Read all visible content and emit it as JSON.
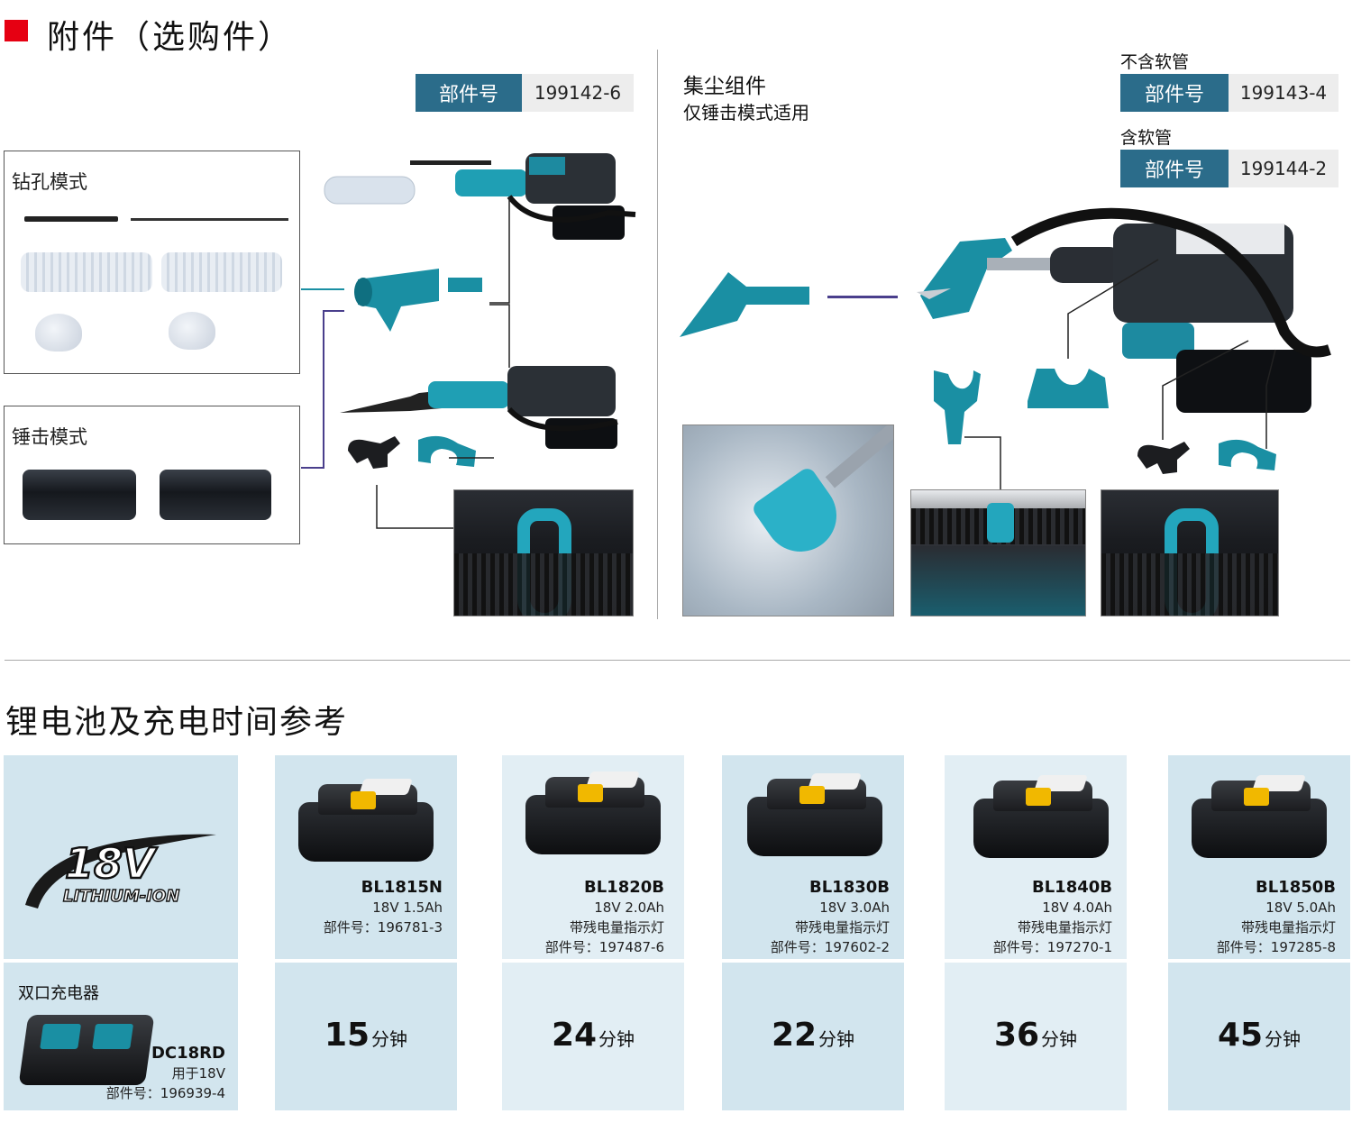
{
  "header": {
    "title": "附件（选购件）"
  },
  "left_section": {
    "part_label": "部件号",
    "part_number": "199142-6",
    "drill_mode": "钻孔模式",
    "hammer_mode": "锤击模式"
  },
  "dust_section": {
    "title": "集尘组件",
    "subtitle": "仅锤击模式适用",
    "without_hose": "不含软管",
    "with_hose": "含软管",
    "part_label_1": "部件号",
    "part_number_1": "199143-4",
    "part_label_2": "部件号",
    "part_number_2": "199144-2"
  },
  "battery_section": {
    "title": "锂电池及充电时间参考",
    "logo_main": "18V",
    "logo_sub": "LITHIUM-ION",
    "charger": {
      "title": "双口充电器",
      "model": "DC18RD",
      "desc": "用于18V",
      "part": "部件号：196939-4"
    },
    "batteries": [
      {
        "model": "BL1815N",
        "spec": "18V 1.5Ah",
        "feature": "",
        "part": "部件号：196781-3",
        "time_value": "15",
        "time_unit": "分钟"
      },
      {
        "model": "BL1820B",
        "spec": "18V 2.0Ah",
        "feature": "带残电量指示灯",
        "part": "部件号：197487-6",
        "time_value": "24",
        "time_unit": "分钟"
      },
      {
        "model": "BL1830B",
        "spec": "18V 3.0Ah",
        "feature": "带残电量指示灯",
        "part": "部件号：197602-2",
        "time_value": "22",
        "time_unit": "分钟"
      },
      {
        "model": "BL1840B",
        "spec": "18V 4.0Ah",
        "feature": "带残电量指示灯",
        "part": "部件号：197270-1",
        "time_value": "36",
        "time_unit": "分钟"
      },
      {
        "model": "BL1850B",
        "spec": "18V 5.0Ah",
        "feature": "带残电量指示灯",
        "part": "部件号：197285-8",
        "time_value": "45",
        "time_unit": "分钟"
      }
    ]
  },
  "colors": {
    "accent_red": "#e60012",
    "part_blue": "#2b6c8a",
    "teal": "#1a8fa3",
    "cell_blue": "#d2e5ee"
  }
}
